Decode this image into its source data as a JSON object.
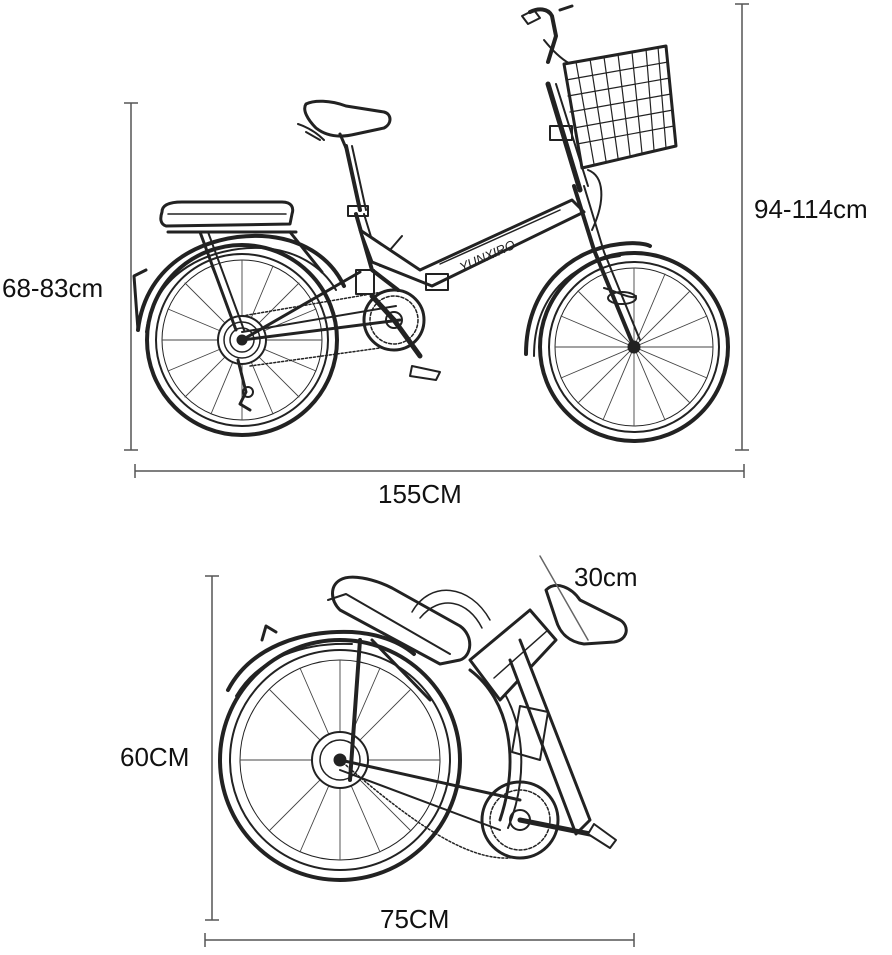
{
  "unfolded": {
    "seat_height_label": "68-83cm",
    "handlebar_height_label": "94-114cm",
    "length_label": "155CM",
    "frame_text": "YUNXIRO"
  },
  "folded": {
    "width_label": "30cm",
    "height_label": "60CM",
    "length_label": "75CM"
  },
  "colors": {
    "line": "#222222",
    "dimension": "#555555",
    "background": "#ffffff"
  }
}
